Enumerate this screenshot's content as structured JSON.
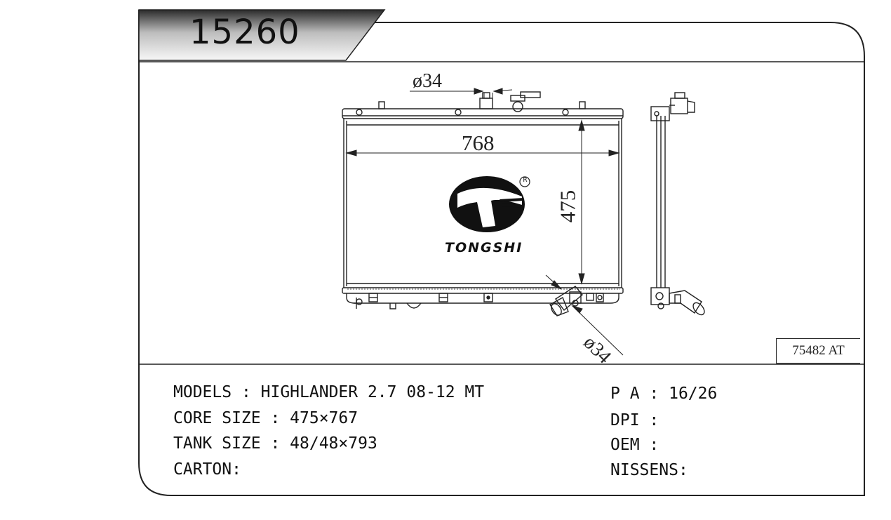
{
  "header": {
    "part_number": "15260"
  },
  "drawing": {
    "dimensions": {
      "width": "768",
      "height": "475",
      "inlet_diameter": "ø34",
      "outlet_diameter": "ø34"
    },
    "brand": "TONGSHI",
    "registered_mark": "R",
    "reference_code": "75482 AT"
  },
  "specs": {
    "left": [
      {
        "label": "MODELS",
        "value": "HIGHLANDER 2.7 08-12 MT"
      },
      {
        "label": "CORE SIZE",
        "value": "475×767"
      },
      {
        "label": "TANK SIZE",
        "value": "48/48×793"
      },
      {
        "label": "CARTON",
        "value": ""
      }
    ],
    "right": [
      {
        "label": "P A",
        "value": "16/26"
      },
      {
        "label": "DPI",
        "value": ""
      },
      {
        "label": "OEM",
        "value": ""
      },
      {
        "label": "NISSENS",
        "value": ""
      }
    ]
  },
  "colors": {
    "ink": "#111111",
    "header_dark": "#2a2a2a",
    "header_light": "#f4f4f4"
  }
}
